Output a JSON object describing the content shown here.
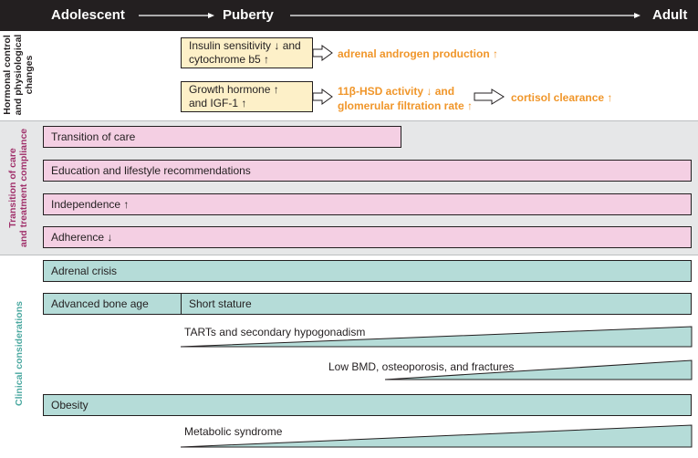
{
  "header": {
    "stage_1": "Adolescent",
    "stage_2": "Puberty",
    "stage_3": "Adult"
  },
  "sections": {
    "hormonal": "Hormonal control and physiological changes",
    "hormonal_lines": [
      "Hormonal control",
      "and physiological",
      "changes"
    ],
    "transition_lines": [
      "Transition of care",
      "and treatment compliance"
    ],
    "clinical": "Clinical considerations"
  },
  "hormonal": {
    "box1_line1": "Insulin sensitivity ↓ and",
    "box1_line2": "cytochrome b5 ↑",
    "result1": "adrenal androgen production ↑",
    "box2_line1": "Growth hormone ↑",
    "box2_line2": "and IGF-1 ↑",
    "result2_line1": "11β-HSD activity ↓ and",
    "result2_line2": "glomerular filtration rate ↑",
    "result3": "cortisol clearance ↑"
  },
  "transition": {
    "transition_of_care": "Transition of care",
    "education": "Education and lifestyle recommendations",
    "independence": "Independence ↑",
    "adherence": "Adherence ↓"
  },
  "clinical": {
    "adrenal_crisis": "Adrenal crisis",
    "advanced_bone_age": "Advanced bone age",
    "short_stature": "Short stature",
    "tarts": "TARTs and secondary hypogonadism",
    "low_bmd": "Low BMD, osteoporosis, and fractures",
    "obesity": "Obesity",
    "metabolic": "Metabolic syndrome"
  },
  "colors": {
    "header_bg": "#231f20",
    "grey_band": "#e6e7e8",
    "pink_fill": "#f4cfe3",
    "teal_fill": "#b5dcd8",
    "cream_fill": "#fdf0c8",
    "orange_text": "#f0962a",
    "transition_label": "#a0306a",
    "clinical_label": "#4aa8a0"
  }
}
